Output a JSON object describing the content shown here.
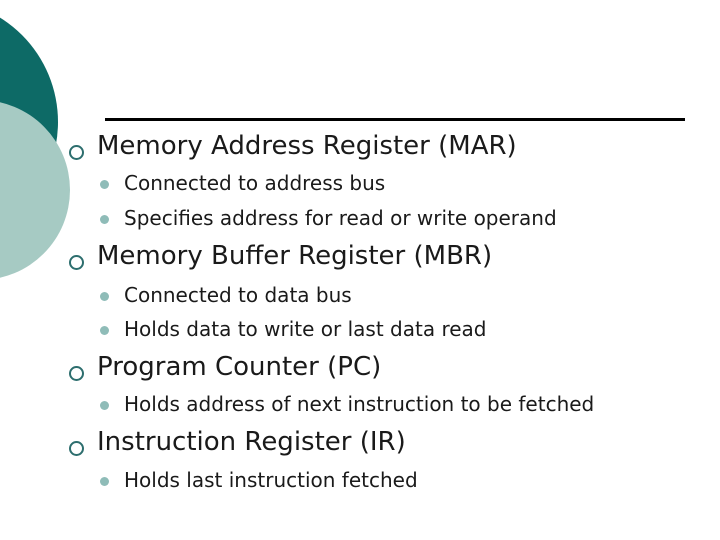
{
  "slide": {
    "sections": [
      {
        "title": "Memory Address Register (MAR)",
        "bullets": [
          "Connected to address bus",
          "Specifies address for read or write operand"
        ]
      },
      {
        "title": "Memory Buffer Register (MBR)",
        "bullets": [
          "Connected to data bus",
          "Holds data to write or last data read"
        ]
      },
      {
        "title": "Program Counter (PC)",
        "bullets": [
          "Holds address of next instruction to be fetched"
        ]
      },
      {
        "title": "Instruction Register (IR)",
        "bullets": [
          "Holds last instruction fetched"
        ]
      }
    ],
    "colors": {
      "background": "#ffffff",
      "circle_dark": "#0d6a66",
      "circle_light": "#a6cac3",
      "bullet_ring": "#2d6e6e",
      "bullet_dot": "#8fbcb8",
      "divider": "#000000",
      "text": "#1a1a1a"
    }
  }
}
